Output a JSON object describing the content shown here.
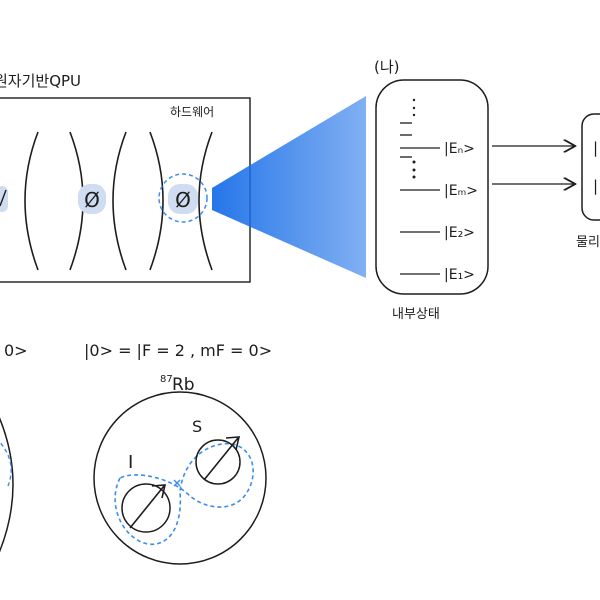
{
  "labels": {
    "qpu_title": "원자기반QPU",
    "hardware": "하드웨어",
    "panel_b": "(나)",
    "internal_states": "내부상태",
    "physical_partial": "물리",
    "right_box_partial_n": "|",
    "right_box_partial_m": "|"
  },
  "atom_symbol": "Ø",
  "energy_levels": [
    "|Eₙ>",
    "|Eₘ>",
    "|E₂>",
    "|E₁>"
  ],
  "state_equations": {
    "left_partial": "0>",
    "zero_state": "|0> = |F = 2 , mF = 0>"
  },
  "isotope": {
    "mass_number": "87",
    "element": "Rb"
  },
  "spins": {
    "nuclear": "I",
    "electron": "S"
  },
  "colors": {
    "ink": "#1d1d1d",
    "accent_blue": "#2f7fe6",
    "beam_blue": "#1a6fe8",
    "dash_blue": "#3d8ee8",
    "atom_bg": "#cfdcf2"
  }
}
